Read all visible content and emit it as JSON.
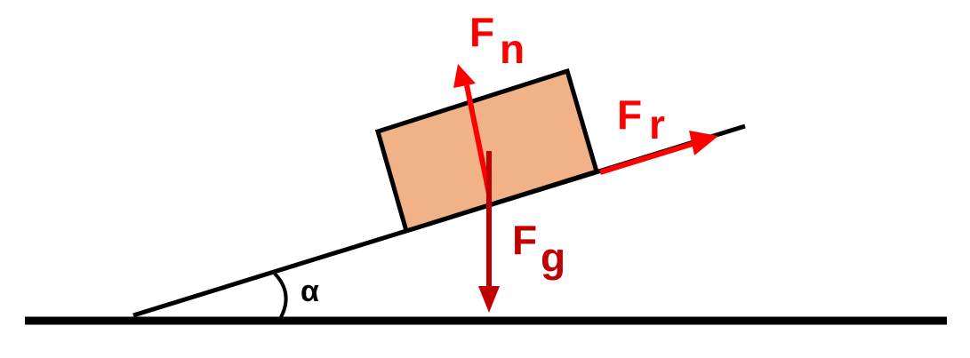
{
  "colors": {
    "background": "#ffffff",
    "line": "#000000",
    "block_fill": "#f2b287",
    "normal_force": "#ff0000",
    "friction_force": "#ff0000",
    "gravity_force": "#c00000"
  },
  "labels": {
    "normal_force": {
      "main": "F",
      "sub": "n"
    },
    "friction_force": {
      "main": "F",
      "sub": "r"
    },
    "gravity_force": {
      "main": "F",
      "sub": "g"
    },
    "angle": "α"
  }
}
